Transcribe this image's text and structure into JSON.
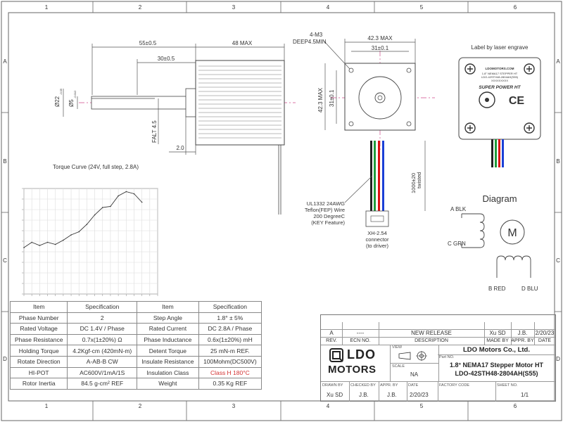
{
  "border": {
    "columns": [
      "1",
      "2",
      "3",
      "4",
      "5",
      "6"
    ],
    "rows": [
      "A",
      "B",
      "C",
      "D"
    ]
  },
  "side_view": {
    "dim_55": "55±0.5",
    "dim_48": "48 MAX",
    "dim_30": "30±0.5",
    "dim_22": "Ø22",
    "dim_22_tol": "-0.05",
    "dim_5": "Ø5",
    "dim_5_tol": "-0.012",
    "flat": "FALT 4.5",
    "dim_2": "2.0"
  },
  "front_view": {
    "holes": "4-M3",
    "depth": "DEEP4.5MIN",
    "dim_42_top": "42.3 MAX",
    "dim_31_top": "31±0.1",
    "dim_42_left": "42.3 MAX",
    "dim_31_left": "31±0.1",
    "cable_length": "1000±20",
    "cable_twist": "twisted",
    "wire_note": [
      "UL1332 24AWG",
      "Teflon(FEP) Wire",
      "200 DegreeC",
      "(KEY Feature)"
    ],
    "connector": [
      "XH-2.54",
      "connector",
      "(to driver)"
    ]
  },
  "label_view": {
    "title": "Label by laser engrave",
    "brand": "LDOMOTORS.COM",
    "lines": [
      "1.8° NEMA17 STEPPER HT",
      "LDO-42STH48-2804AH(S55)",
      "XXXXXXXXX"
    ],
    "super": "SUPER POWER HT",
    "ce": "CE"
  },
  "diagram": {
    "title": "Diagram",
    "motor": "M",
    "a": "A BLK",
    "c": "C GRN",
    "b": "B RED",
    "d": "D BLU"
  },
  "torque_curve": {
    "title": "Torque Curve (24V, full step, 2.8A)"
  },
  "chart_data": {
    "type": "line",
    "title": "Torque Curve (24V, full step, 2.8A)",
    "xlabel": "",
    "ylabel": "",
    "ylim": [
      0,
      10
    ],
    "grid": true,
    "x": [
      0,
      1,
      2,
      3,
      4,
      5,
      6,
      7,
      8,
      9,
      10,
      11,
      12,
      13,
      14,
      15,
      16,
      17
    ],
    "values": [
      4.4,
      4.9,
      4.6,
      4.9,
      4.7,
      5.1,
      5.6,
      5.9,
      6.6,
      7.5,
      8.2,
      8.3,
      9.3,
      9.7,
      9.5,
      8.7
    ]
  },
  "spec_table": {
    "headers": [
      "Item",
      "Specification",
      "Item",
      "Specification"
    ],
    "rows": [
      [
        "Phase Number",
        "2",
        "Step Angle",
        "1.8° ± 5%"
      ],
      [
        "Rated Voltage",
        "DC 1.4V / Phase",
        "Rated Current",
        "DC 2.8A / Phase"
      ],
      [
        "Phase Resistance",
        "0.7x(1±20%) Ω",
        "Phase Inductance",
        "0.6x(1±20%) mH"
      ],
      [
        "Holding Torque",
        "4.2Kgf-cm (420mN-m)",
        "Detent Torque",
        "25 mN-m REF."
      ],
      [
        "Rotate Direction",
        "A-AB-B CW",
        "Insulate Resistance",
        "100Mohm(DC500V)"
      ],
      [
        "HI-POT",
        "AC600V/1mA/1S",
        "Insulation Class",
        "Class H 180°C"
      ],
      [
        "Rotor Inertia",
        "84.5 g-cm² REF",
        "Weight",
        "0.35 Kg REF"
      ]
    ],
    "highlight_color": "#d33333"
  },
  "title_block": {
    "rev_row": {
      "rev": "A",
      "ecn": "----",
      "desc": "NEW RELEASE",
      "made": "Xu SD",
      "appr": "J.B.",
      "date": "2/20/23"
    },
    "rev_head": {
      "rev": "REV.",
      "ecn": "ECN NO.",
      "desc": "DESCRIPTION",
      "made": "MADE BY",
      "appr": "APPR. BY",
      "date": "DATE"
    },
    "logo_top": "LDO",
    "logo_bottom": "MOTORS",
    "view_lbl": "VIEW",
    "scale_lbl": "SCALE",
    "scale": "NA",
    "company": "LDO Motors Co., Ltd.",
    "part_lbl": "Part NO.",
    "part_line1": "1.8° NEMA17 Stepper Motor HT",
    "part_line2": "LDO-42STH48-2804AH(S55)",
    "drawn_lbl": "DRAWN BY",
    "checked_lbl": "CHECKED BY",
    "apprby_lbl": "APPR. BY",
    "date_lbl": "DATE",
    "factory_lbl": "FACTORY CODE",
    "sheet_lbl": "SHEET NO.",
    "drawn": "Xu SD",
    "checked": "J.B.",
    "apprby": "J.B.",
    "date": "2/20/23",
    "sheet": "1/1"
  }
}
